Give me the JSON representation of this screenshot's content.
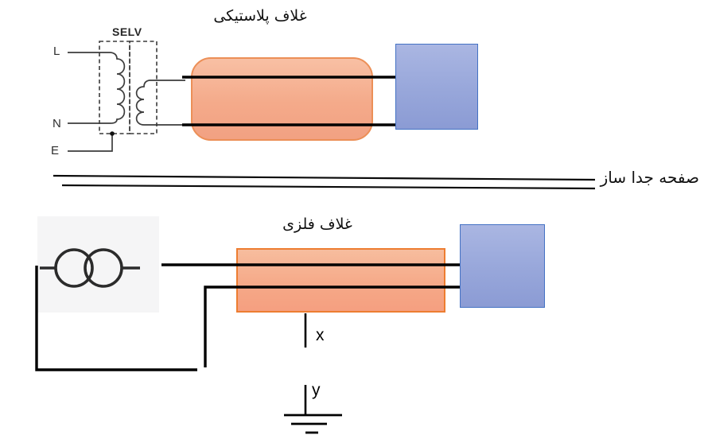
{
  "diagram": {
    "top_circuit": {
      "title": "غلاف پلاستیکی",
      "transformer_label": "SELV",
      "terminals": {
        "line": "L",
        "neutral": "N",
        "earth": "E"
      }
    },
    "separator": {
      "label": "صفحه جدا ساز"
    },
    "bottom_circuit": {
      "title": "غلاف فلزی",
      "point_x": "x",
      "point_y": "y"
    },
    "colors": {
      "sheath_fill_light": "#F7BD9E",
      "sheath_fill_dark": "#F59F80",
      "sheath_border": "#ED7D31",
      "equipment_fill_light": "#AAB6E2",
      "equipment_fill_dark": "#8B9BD4",
      "equipment_border": "#4472C4",
      "wire": "#000000",
      "transformer_image_bg": "#F5F5F6"
    }
  }
}
